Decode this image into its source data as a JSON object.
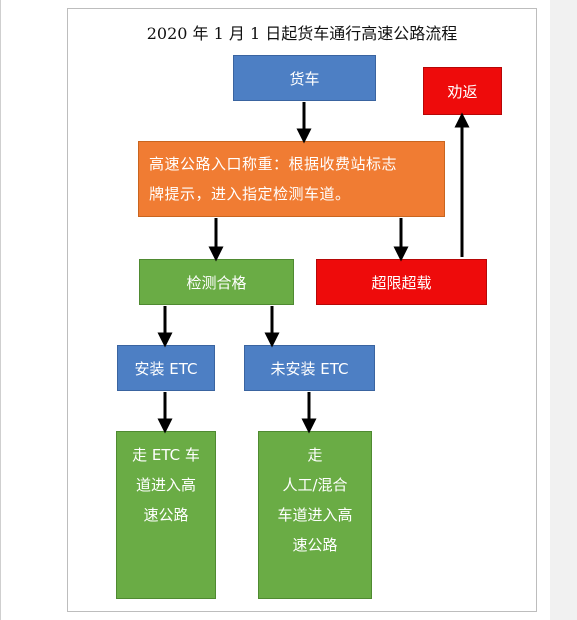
{
  "title": "2020 年 1 月 1 日起货车通行高速公路流程",
  "nodes": {
    "truck": "货车",
    "weigh": "高速公路入口称重：根据收费站标志\n牌提示，进入指定检测车道。",
    "return": "劝返",
    "qualified": "检测合格",
    "overloaded": "超限超载",
    "has_etc": "安装 ETC",
    "no_etc": "未安装 ETC",
    "etc_lane": "走 ETC 车\n道进入高\n速公路",
    "manual_lane": "走\n人工/混合\n车道进入高\n速公路"
  },
  "colors": {
    "blue": "#4d7fc4",
    "orange": "#f07c33",
    "green": "#6aac45",
    "red": "#ee0b0b"
  }
}
